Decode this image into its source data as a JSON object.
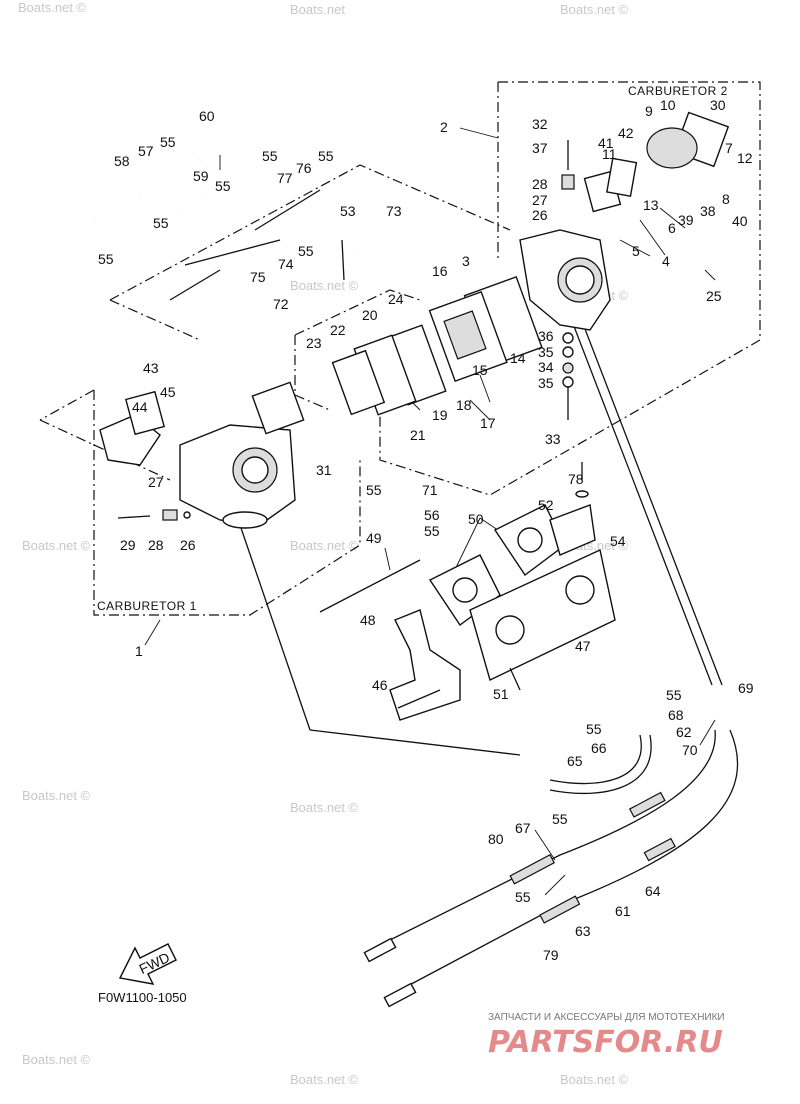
{
  "sections": {
    "carburetor_1": "CARBURETOR 1",
    "carburetor_2": "CARBURETOR 2"
  },
  "part_labels": {
    "p1": "1",
    "p2": "2",
    "p3": "3",
    "p4": "4",
    "p5": "5",
    "p6": "6",
    "p7": "7",
    "p8": "8",
    "p9": "9",
    "p10": "10",
    "p11": "11",
    "p12": "12",
    "p13": "13",
    "p14": "14",
    "p15": "15",
    "p16": "16",
    "p17": "17",
    "p18": "18",
    "p19": "19",
    "p20": "20",
    "p21": "21",
    "p22": "22",
    "p23": "23",
    "p24": "24",
    "p25": "25",
    "p26a": "26",
    "p26b": "26",
    "p27a": "27",
    "p27b": "27",
    "p28a": "28",
    "p28b": "28",
    "p29": "29",
    "p30": "30",
    "p31": "31",
    "p32": "32",
    "p33": "33",
    "p34": "34",
    "p35a": "35",
    "p35b": "35",
    "p36": "36",
    "p37": "37",
    "p38": "38",
    "p39": "39",
    "p40": "40",
    "p41": "41",
    "p42": "42",
    "p43": "43",
    "p44": "44",
    "p45": "45",
    "p46": "46",
    "p47": "47",
    "p48": "48",
    "p49": "49",
    "p50": "50",
    "p51": "51",
    "p52": "52",
    "p53": "53",
    "p54": "54",
    "p55a": "55",
    "p55b": "55",
    "p55c": "55",
    "p55d": "55",
    "p55e": "55",
    "p55f": "55",
    "p55g": "55",
    "p55h": "55",
    "p55i": "55",
    "p55j": "55",
    "p55k": "55",
    "p55l": "55",
    "p55m": "55",
    "p56": "56",
    "p57": "57",
    "p58": "58",
    "p59": "59",
    "p60": "60",
    "p61": "61",
    "p62": "62",
    "p63": "63",
    "p64": "64",
    "p65": "65",
    "p66": "66",
    "p67": "67",
    "p68": "68",
    "p69": "69",
    "p70": "70",
    "p71": "71",
    "p72": "72",
    "p73": "73",
    "p74": "74",
    "p75": "75",
    "p76": "76",
    "p77": "77",
    "p78": "78",
    "p79": "79",
    "p80": "80"
  },
  "fwd_marker": "FWD",
  "drawing_code": "F0W1100-1050",
  "watermark_text": "Boats.net ©",
  "watermark_short": "Boats.net",
  "brand": {
    "tagline": "ЗАПЧАСТИ И АКСЕССУАРЫ ДЛЯ МОТОТЕХНИКИ",
    "logo": "PARTSFOR.RU",
    "logo_color": "#e58a8a"
  }
}
